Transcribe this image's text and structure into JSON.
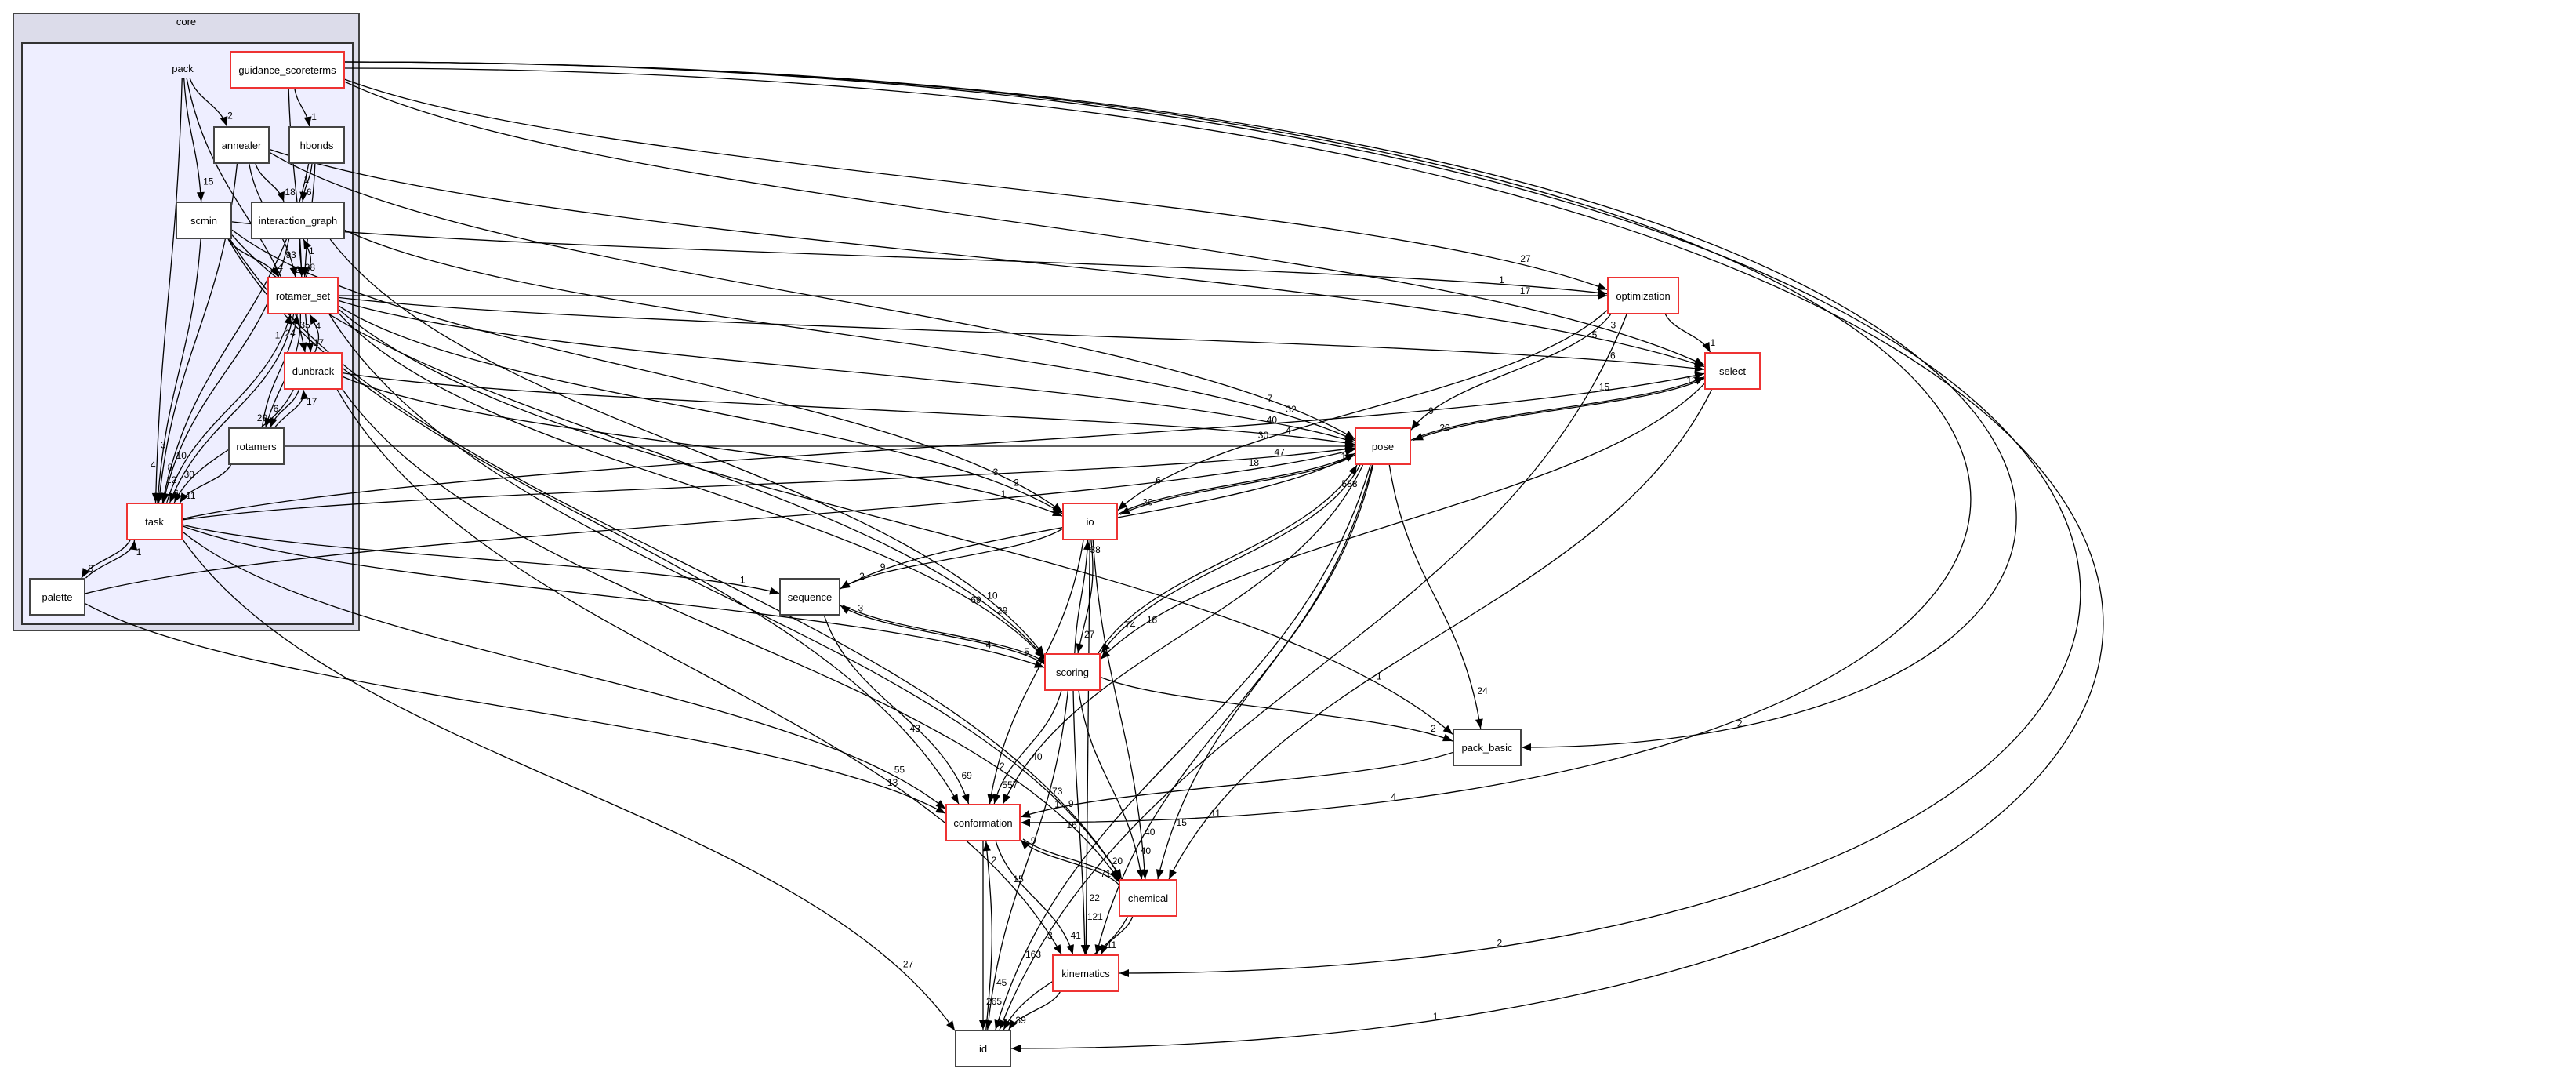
{
  "cluster": {
    "title": "core",
    "group_label": "pack"
  },
  "nodes": [
    {
      "id": "guidance_scoreterms",
      "label": "guidance_scoreterms",
      "has_children": true
    },
    {
      "id": "annealer",
      "label": "annealer",
      "has_children": false
    },
    {
      "id": "hbonds",
      "label": "hbonds",
      "has_children": false
    },
    {
      "id": "scmin",
      "label": "scmin",
      "has_children": false
    },
    {
      "id": "interaction_graph",
      "label": "interaction_graph",
      "has_children": false
    },
    {
      "id": "rotamer_set",
      "label": "rotamer_set",
      "has_children": true
    },
    {
      "id": "dunbrack",
      "label": "dunbrack",
      "has_children": true
    },
    {
      "id": "rotamers",
      "label": "rotamers",
      "has_children": false
    },
    {
      "id": "task",
      "label": "task",
      "has_children": true
    },
    {
      "id": "palette",
      "label": "palette",
      "has_children": false
    },
    {
      "id": "optimization",
      "label": "optimization",
      "has_children": true
    },
    {
      "id": "select",
      "label": "select",
      "has_children": true
    },
    {
      "id": "pose",
      "label": "pose",
      "has_children": true
    },
    {
      "id": "io",
      "label": "io",
      "has_children": true
    },
    {
      "id": "sequence",
      "label": "sequence",
      "has_children": false
    },
    {
      "id": "scoring",
      "label": "scoring",
      "has_children": true
    },
    {
      "id": "pack_basic",
      "label": "pack_basic",
      "has_children": false
    },
    {
      "id": "conformation",
      "label": "conformation",
      "has_children": true
    },
    {
      "id": "chemical",
      "label": "chemical",
      "has_children": true
    },
    {
      "id": "kinematics",
      "label": "kinematics",
      "has_children": true
    },
    {
      "id": "id",
      "label": "id",
      "has_children": false
    }
  ],
  "edges": [
    {
      "from": "pack",
      "to": "annealer",
      "label": "2"
    },
    {
      "from": "pack",
      "to": "scmin",
      "label": "15"
    },
    {
      "from": "pack",
      "to": "task",
      "label": "3"
    },
    {
      "from": "pack",
      "to": "dunbrack",
      "label": "35"
    },
    {
      "from": "guidance_scoreterms",
      "to": "hbonds",
      "label": "1"
    },
    {
      "from": "annealer",
      "to": "interaction_graph",
      "label": "18"
    },
    {
      "from": "hbonds",
      "to": "interaction_graph",
      "label": "6"
    },
    {
      "from": "scmin",
      "to": "rotamer_set",
      "label": "4"
    },
    {
      "from": "interaction_graph",
      "to": "rotamer_set",
      "label": "38"
    },
    {
      "from": "rotamer_set",
      "to": "interaction_graph",
      "label": "1"
    },
    {
      "from": "annealer",
      "to": "rotamer_set",
      "label": "93"
    },
    {
      "from": "hbonds",
      "to": "rotamer_set",
      "label": "2"
    },
    {
      "from": "guidance_scoreterms",
      "to": "rotamer_set",
      "label": "1"
    },
    {
      "from": "rotamer_set",
      "to": "dunbrack",
      "label": "17"
    },
    {
      "from": "dunbrack",
      "to": "rotamer_set",
      "label": "4"
    },
    {
      "from": "task",
      "to": "rotamer_set",
      "label": "24"
    },
    {
      "from": "rotamers",
      "to": "rotamer_set",
      "label": "1"
    },
    {
      "from": "rotamer_set",
      "to": "rotamers",
      "label": "6"
    },
    {
      "from": "dunbrack",
      "to": "rotamers",
      "label": "20"
    },
    {
      "from": "rotamers",
      "to": "dunbrack",
      "label": "17"
    },
    {
      "from": "annealer",
      "to": "task",
      "label": "8"
    },
    {
      "from": "scmin",
      "to": "task",
      "label": "4"
    },
    {
      "from": "interaction_graph",
      "to": "task",
      "label": "12"
    },
    {
      "from": "rotamer_set",
      "to": "task",
      "label": "30"
    },
    {
      "from": "hbonds",
      "to": "task",
      "label": "10"
    },
    {
      "from": "dunbrack",
      "to": "task",
      "label": "11"
    },
    {
      "from": "rotamers",
      "to": "task",
      "label": "6"
    },
    {
      "from": "task",
      "to": "palette",
      "label": "8"
    },
    {
      "from": "palette",
      "to": "task",
      "label": "1"
    },
    {
      "from": "guidance_scoreterms",
      "to": "optimization",
      "label": "27"
    },
    {
      "from": "rotamer_set",
      "to": "optimization",
      "label": "17"
    },
    {
      "from": "scmin",
      "to": "optimization",
      "label": "1"
    },
    {
      "from": "optimization",
      "to": "select",
      "label": "1"
    },
    {
      "from": "guidance_scoreterms",
      "to": "select",
      "label": "3"
    },
    {
      "from": "annealer",
      "to": "select",
      "label": "5"
    },
    {
      "from": "task",
      "to": "select",
      "label": "15"
    },
    {
      "from": "rotamer_set",
      "to": "select",
      "label": "6"
    },
    {
      "from": "pose",
      "to": "select",
      "label": "12"
    },
    {
      "from": "dunbrack",
      "to": "pose",
      "label": "4"
    },
    {
      "from": "rotamer_set",
      "to": "pose",
      "label": "40"
    },
    {
      "from": "task",
      "to": "pose",
      "label": "47"
    },
    {
      "from": "rotamers",
      "to": "pose",
      "label": "30"
    },
    {
      "from": "palette",
      "to": "pose",
      "label": "18"
    },
    {
      "from": "interaction_graph",
      "to": "pose",
      "label": "32"
    },
    {
      "from": "annealer",
      "to": "pose",
      "label": "7"
    },
    {
      "from": "scoring",
      "to": "pose",
      "label": "588"
    },
    {
      "from": "io",
      "to": "pose",
      "label": "1"
    },
    {
      "from": "select",
      "to": "pose",
      "label": "20"
    },
    {
      "from": "optimization",
      "to": "pose",
      "label": "9"
    },
    {
      "from": "rotamer_set",
      "to": "io",
      "label": "2"
    },
    {
      "from": "dunbrack",
      "to": "io",
      "label": "1"
    },
    {
      "from": "scmin",
      "to": "io",
      "label": "3"
    },
    {
      "from": "optimization",
      "to": "io",
      "label": "6"
    },
    {
      "from": "pose",
      "to": "io",
      "label": "30"
    },
    {
      "from": "scoring",
      "to": "io",
      "label": "38"
    },
    {
      "from": "task",
      "to": "sequence",
      "label": "1"
    },
    {
      "from": "io",
      "to": "sequence",
      "label": "2"
    },
    {
      "from": "pose",
      "to": "sequence",
      "label": "9"
    },
    {
      "from": "scoring",
      "to": "sequence",
      "label": "3"
    },
    {
      "from": "rotamer_set",
      "to": "scoring",
      "label": "29"
    },
    {
      "from": "scmin",
      "to": "scoring",
      "label": "69"
    },
    {
      "from": "interaction_graph",
      "to": "scoring",
      "label": "10"
    },
    {
      "from": "io",
      "to": "scoring",
      "label": "27"
    },
    {
      "from": "pose",
      "to": "scoring",
      "label": "74"
    },
    {
      "from": "sequence",
      "to": "scoring",
      "label": "5"
    },
    {
      "from": "task",
      "to": "scoring",
      "label": "4"
    },
    {
      "from": "select",
      "to": "scoring",
      "label": "18"
    },
    {
      "from": "scoring",
      "to": "pack_basic",
      "label": "2"
    },
    {
      "from": "rotamer_set",
      "to": "pack_basic",
      "label": "1"
    },
    {
      "from": "pose",
      "to": "pack_basic",
      "label": "24"
    },
    {
      "from": "guidance_scoreterms",
      "to": "pack_basic",
      "label": "2"
    },
    {
      "from": "palette",
      "to": "conformation",
      "label": "13"
    },
    {
      "from": "sequence",
      "to": "conformation",
      "label": "69"
    },
    {
      "from": "io",
      "to": "conformation",
      "label": "2"
    },
    {
      "from": "scoring",
      "to": "conformation",
      "label": "557"
    },
    {
      "from": "scmin",
      "to": "conformation",
      "label": "43"
    },
    {
      "from": "task",
      "to": "conformation",
      "label": "55"
    },
    {
      "from": "pack_basic",
      "to": "conformation",
      "label": "1"
    },
    {
      "from": "pose",
      "to": "conformation",
      "label": "40"
    },
    {
      "from": "chemical",
      "to": "conformation",
      "label": "9"
    },
    {
      "from": "guidance_scoreterms",
      "to": "conformation",
      "label": "4"
    },
    {
      "from": "rotamer_set",
      "to": "chemical",
      "label": "9"
    },
    {
      "from": "scoring",
      "to": "chemical",
      "label": "40"
    },
    {
      "from": "io",
      "to": "chemical",
      "label": "40"
    },
    {
      "from": "scmin",
      "to": "chemical",
      "label": "73"
    },
    {
      "from": "conformation",
      "to": "chemical",
      "label": "71"
    },
    {
      "from": "dunbrack",
      "to": "chemical",
      "label": "16"
    },
    {
      "from": "select",
      "to": "chemical",
      "label": "11"
    },
    {
      "from": "pose",
      "to": "chemical",
      "label": "15"
    },
    {
      "from": "conformation",
      "to": "kinematics",
      "label": "41"
    },
    {
      "from": "scoring",
      "to": "kinematics",
      "label": "121"
    },
    {
      "from": "chemical",
      "to": "kinematics",
      "label": "11"
    },
    {
      "from": "io",
      "to": "kinematics",
      "label": "22"
    },
    {
      "from": "dunbrack",
      "to": "kinematics",
      "label": "15"
    },
    {
      "from": "pose",
      "to": "kinematics",
      "label": "20"
    },
    {
      "from": "guidance_scoreterms",
      "to": "kinematics",
      "label": "2"
    },
    {
      "from": "conformation",
      "to": "id",
      "label": "265"
    },
    {
      "from": "scoring",
      "to": "id",
      "label": "45"
    },
    {
      "from": "kinematics",
      "to": "id",
      "label": "39"
    },
    {
      "from": "task",
      "to": "id",
      "label": "27"
    },
    {
      "from": "chemical",
      "to": "id",
      "label": "16"
    },
    {
      "from": "pose",
      "to": "id",
      "label": "163"
    },
    {
      "from": "guidance_scoreterms",
      "to": "id",
      "label": "1"
    },
    {
      "from": "optimization",
      "to": "id",
      "label": "3"
    },
    {
      "from": "id",
      "to": "conformation",
      "label": "2"
    }
  ]
}
